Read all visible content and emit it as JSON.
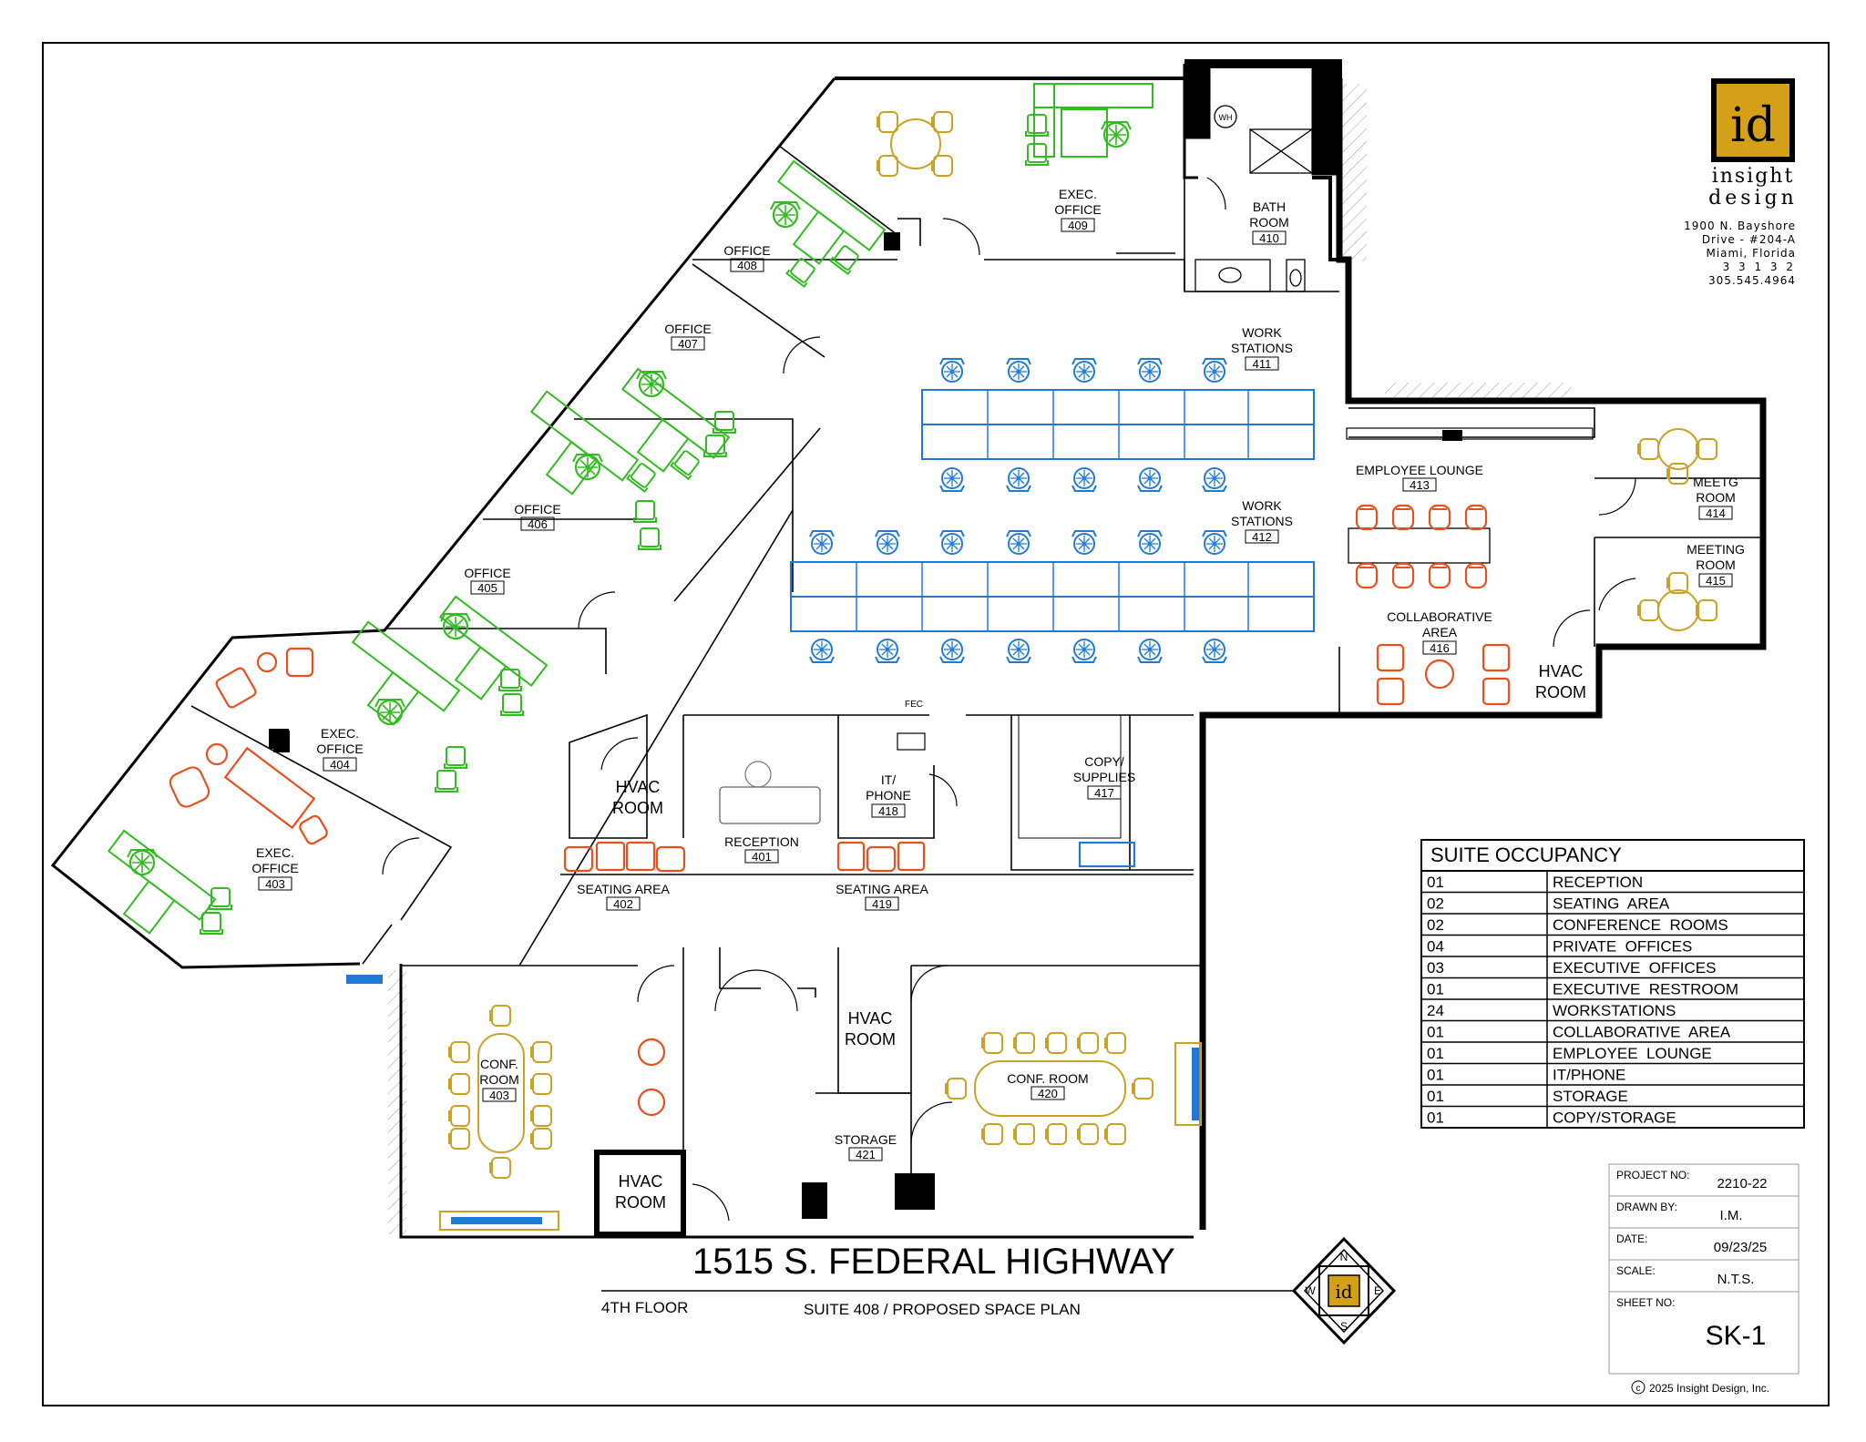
{
  "colors": {
    "wall": "#000000",
    "green_furniture": "#33bb22",
    "blue_furniture": "#1f7ad6",
    "orange_furniture": "#e8501e",
    "gold_furniture": "#c9a227",
    "logo_bg": "#d4a017"
  },
  "logo": {
    "mark": "id",
    "line1": "insight",
    "line2": "design",
    "address_lines": [
      "1900 N. Bayshore",
      "Drive - #204-A",
      "Miami, Florida",
      "3 3 1 3 2",
      "305.545.4964"
    ]
  },
  "rooms": {
    "r401": {
      "name": "RECEPTION",
      "num": "401"
    },
    "r402": {
      "name": "SEATING AREA",
      "num": "402"
    },
    "r403a": {
      "name1": "EXEC.",
      "name2": "OFFICE",
      "num": "403"
    },
    "r403b": {
      "name1": "CONF.",
      "name2": "ROOM",
      "num": "403"
    },
    "r404": {
      "name1": "EXEC.",
      "name2": "OFFICE",
      "num": "404"
    },
    "r405": {
      "name": "OFFICE",
      "num": "405"
    },
    "r406": {
      "name": "OFFICE",
      "num": "406"
    },
    "r407": {
      "name": "OFFICE",
      "num": "407"
    },
    "r408": {
      "name": "OFFICE",
      "num": "408"
    },
    "r409": {
      "name1": "EXEC.",
      "name2": "OFFICE",
      "num": "409"
    },
    "r410": {
      "name1": "BATH",
      "name2": "ROOM",
      "num": "410"
    },
    "r411": {
      "name1": "WORK",
      "name2": "STATIONS",
      "num": "411"
    },
    "r412": {
      "name1": "WORK",
      "name2": "STATIONS",
      "num": "412"
    },
    "r413": {
      "name": "EMPLOYEE LOUNGE",
      "num": "413"
    },
    "r414": {
      "name1": "MEETG",
      "name2": "ROOM",
      "num": "414"
    },
    "r415": {
      "name1": "MEETING",
      "name2": "ROOM",
      "num": "415"
    },
    "r416": {
      "name1": "COLLABORATIVE",
      "name2": "AREA",
      "num": "416"
    },
    "r417": {
      "name1": "COPY/",
      "name2": "SUPPLIES",
      "num": "417"
    },
    "r418": {
      "name1": "IT/",
      "name2": "PHONE",
      "num": "418"
    },
    "r419": {
      "name": "SEATING AREA",
      "num": "419"
    },
    "r420": {
      "name": "CONF. ROOM",
      "num": "420"
    },
    "r421": {
      "name": "STORAGE",
      "num": "421"
    },
    "fec": "FEC",
    "wh": "WH",
    "hvac1": "HVAC",
    "hvac2": "ROOM"
  },
  "occupancy": {
    "title": "SUITE OCCUPANCY",
    "rows": [
      {
        "qty": "01",
        "desc": "RECEPTION"
      },
      {
        "qty": "02",
        "desc": "SEATING  AREA"
      },
      {
        "qty": "02",
        "desc": "CONFERENCE  ROOMS"
      },
      {
        "qty": "04",
        "desc": "PRIVATE  OFFICES"
      },
      {
        "qty": "03",
        "desc": "EXECUTIVE  OFFICES"
      },
      {
        "qty": "01",
        "desc": "EXECUTIVE  RESTROOM"
      },
      {
        "qty": "24",
        "desc": "WORKSTATIONS"
      },
      {
        "qty": "01",
        "desc": "COLLABORATIVE  AREA"
      },
      {
        "qty": "01",
        "desc": "EMPLOYEE  LOUNGE"
      },
      {
        "qty": "01",
        "desc": "IT/PHONE"
      },
      {
        "qty": "01",
        "desc": "STORAGE"
      },
      {
        "qty": "01",
        "desc": "COPY/STORAGE"
      }
    ]
  },
  "title_block": {
    "project_label": "PROJECT NO:",
    "project_value": "2210-22",
    "drawn_label": "DRAWN BY:",
    "drawn_value": "I.M.",
    "date_label": "DATE:",
    "date_value": "09/23/25",
    "scale_label": "SCALE:",
    "scale_value": "N.T.S.",
    "sheet_label": "SHEET NO:",
    "sheet_value": "SK-1",
    "copyright": "2025 Insight Design, Inc.",
    "copyright_mark": "c"
  },
  "title": {
    "address": "1515 S. FEDERAL HIGHWAY",
    "floor": "4TH FLOOR",
    "subtitle": "SUITE 408 / PROPOSED SPACE PLAN"
  },
  "compass": {
    "n": "N",
    "s": "S",
    "e": "E",
    "w": "W",
    "mark": "id"
  }
}
